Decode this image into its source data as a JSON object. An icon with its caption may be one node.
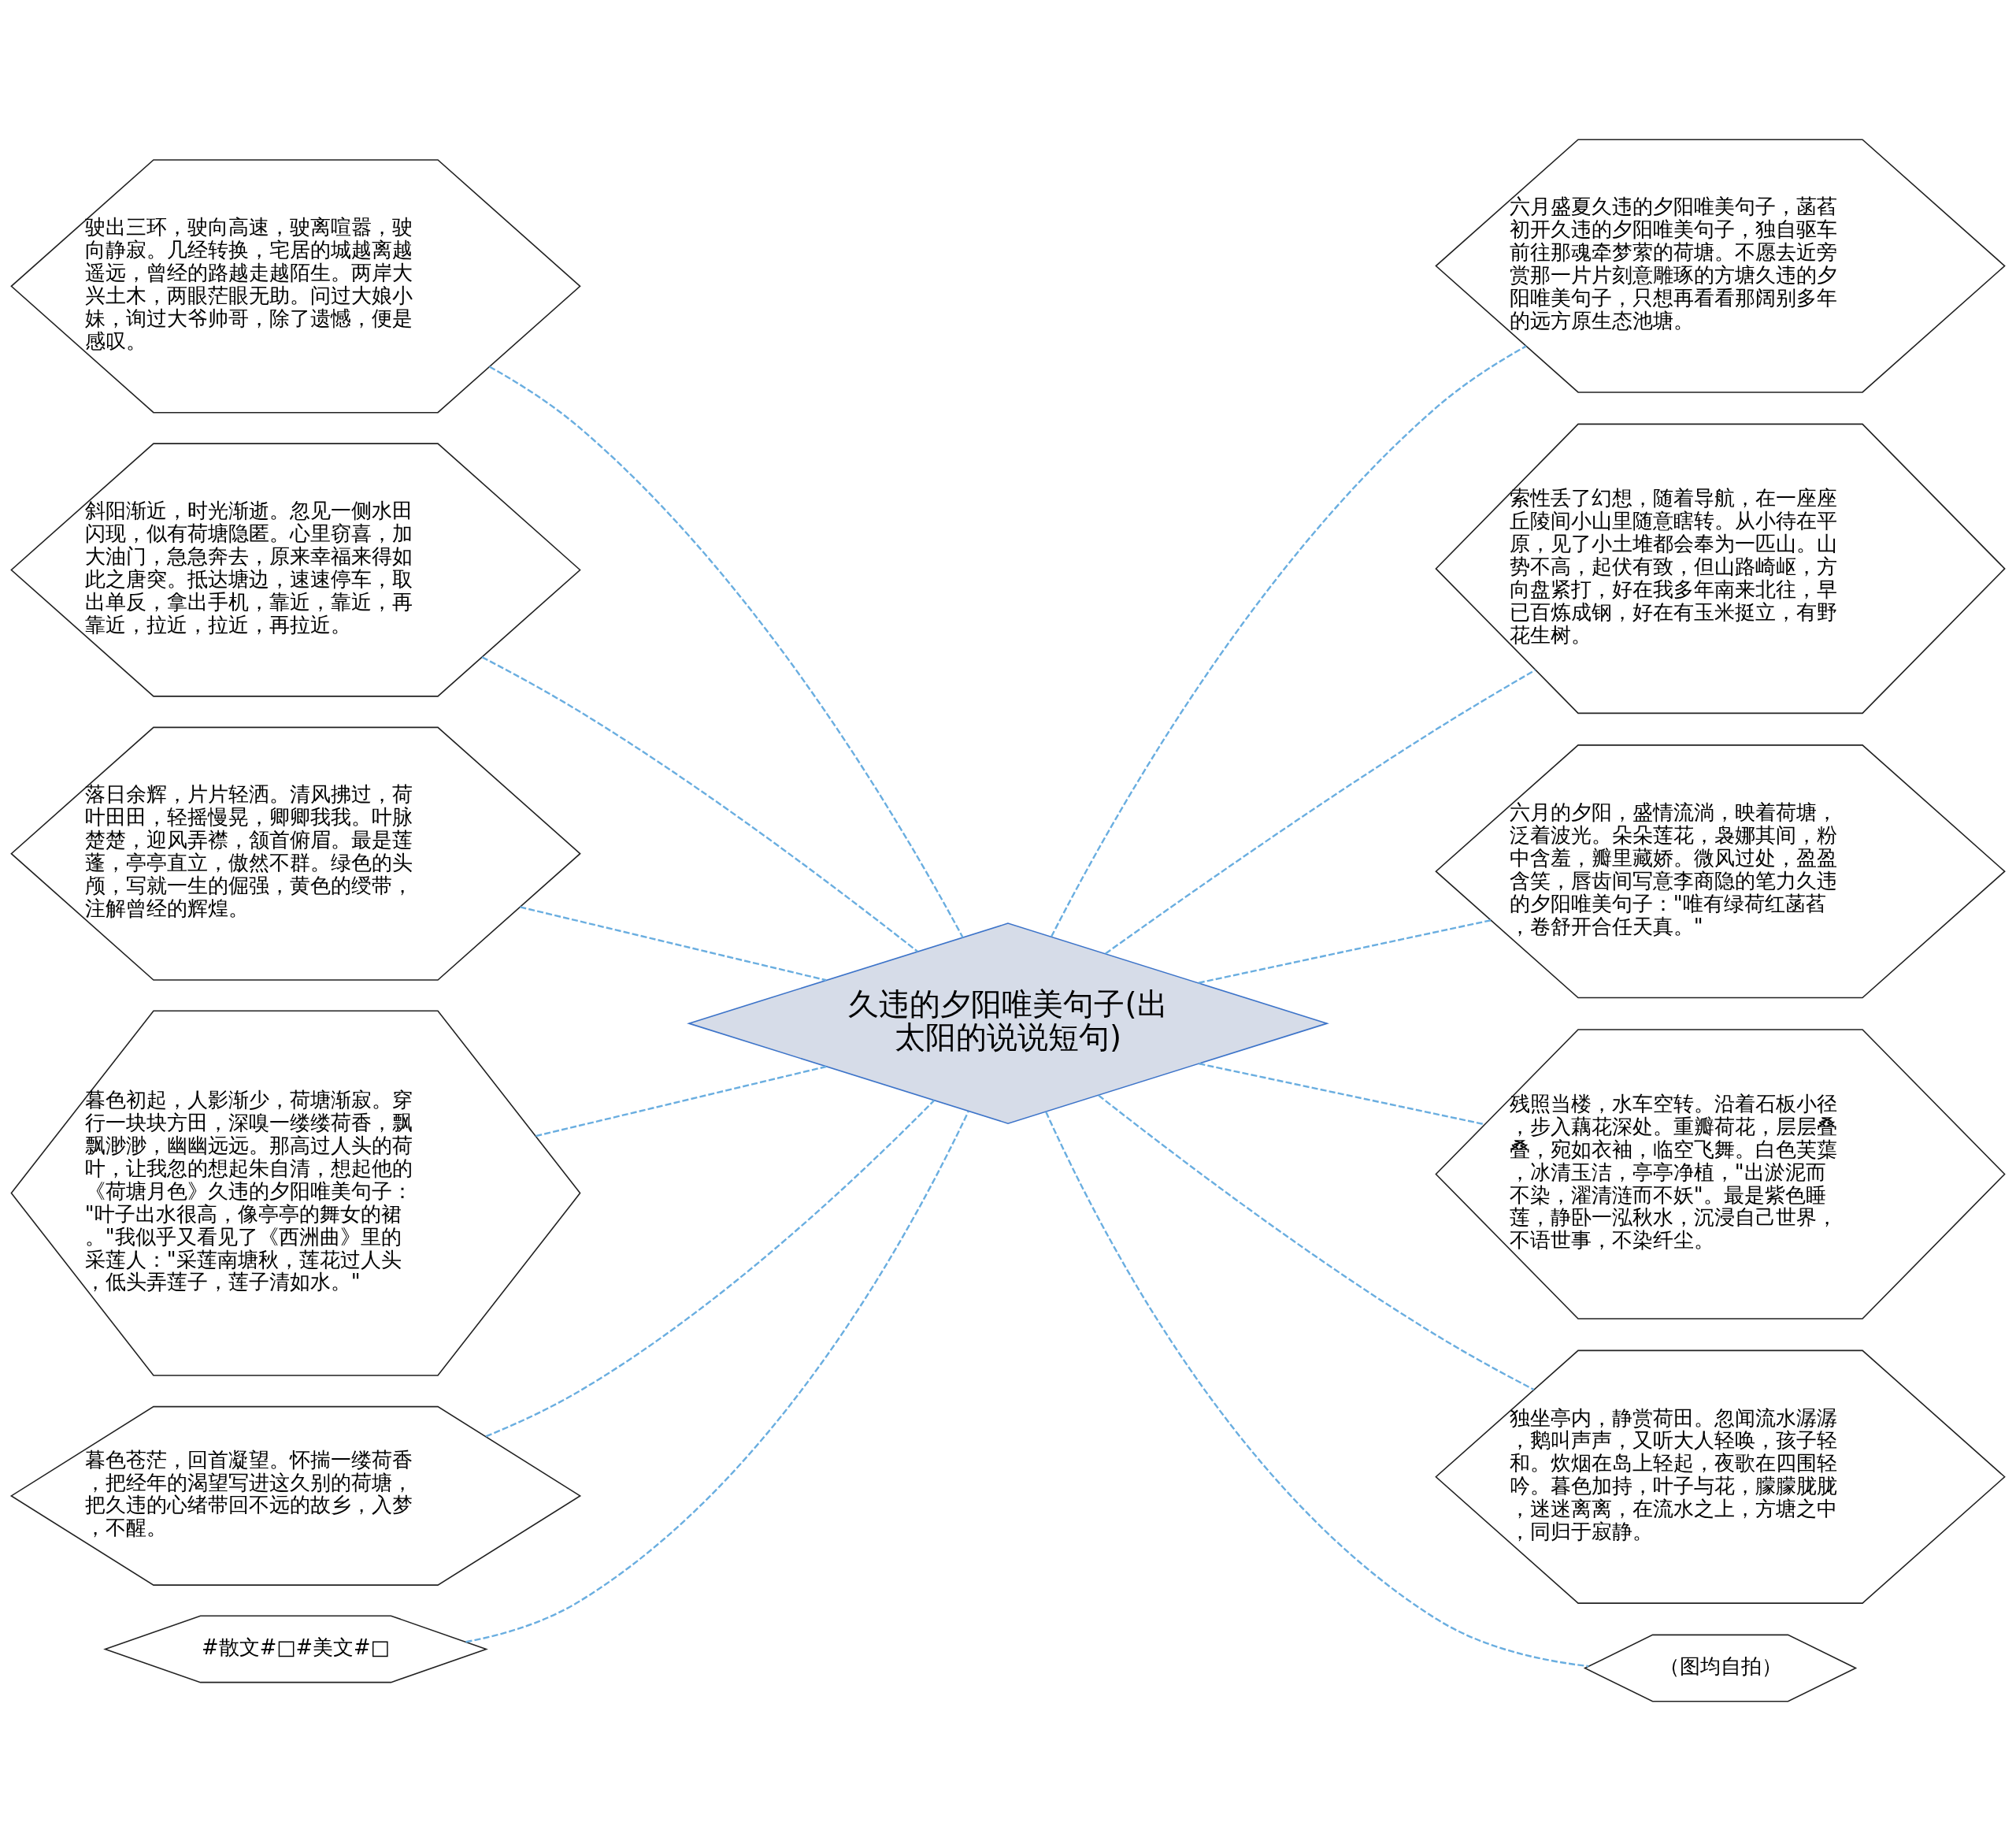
{
  "diagram": {
    "nodes": [
      {
        "text": [
          "久违的夕阳唯美句子(出太阳的说说短句)"
        ]
      },
      {
        "text": [
          "驶出三环，驶向高速，驶离喧嚣，驶向静寂。几经转换，宅居的城越离越遥远，曾经的路越走越陌生。两岸大兴土木，两眼茫眼无助。问过大娘小妹，询过大爷帅哥，除了遗憾，便是感叹。"
        ]
      },
      {
        "text": [
          "斜阳渐近，时光渐逝。忽见一侧水田闪现，似有荷塘隐匿。心里窃喜，加大油门，急急奔去，原来幸福来得如此之唐突。抵达塘边，速速停车，取出单反，拿出手机，靠近，靠近，再靠近，拉近，拉近，再拉近。"
        ]
      },
      {
        "text": [
          "落日余辉，片片轻洒。清风拂过，荷叶田田，轻摇慢晃，卿卿我我。叶脉楚楚，迎风弄襟，颔首俯眉。最是莲蓬，亭亭直立，傲然不群。绿色的头颅，写就一生的倔强，黄色的绶带，注解曾经的辉煌。"
        ]
      },
      {
        "text": [
          "暮色初起，人影渐少，荷塘渐寂。穿行一块块方田，深嗅一缕缕荷香，飘飘渺渺，幽幽远远。那高过人头的荷叶，让我忽的想起朱自清，想起他的《荷塘月色》久违的夕阳唯美句子：\"叶子出水很高，像亭亭的舞女的裙。\"我似乎又看见了《西洲曲》里的采莲人：\"采莲南塘秋，莲花过人头，低头弄莲子，莲子清如水。\""
        ]
      },
      {
        "text": [
          "暮色苍茫，回首凝望。怀揣一缕荷香，把经年的渴望写进这久别的荷塘，把久违的心绪带回不远的故乡，入梦，不醒。"
        ]
      },
      {
        "text": [
          "#散文#□#美文#□"
        ]
      },
      {
        "text": [
          "六月盛夏久违的夕阳唯美句子，菡萏初开久违的夕阳唯美句子，独自驱车前往那魂牵梦萦的荷塘。不愿去近旁赏那一片片刻意雕琢的方塘久违的夕阳唯美句子，只想再看看那阔别多年的远方原生态池塘。"
        ]
      },
      {
        "text": [
          "索性丢了幻想，随着导航，在一座座丘陵间小山里随意瞎转。从小待在平原，见了小土堆都会奉为一匹山。山势不高，起伏有致，但山路崎岖，方向盘紧打，好在我多年南来北往，早已百炼成钢，好在有玉米挺立，有野花生树。"
        ]
      },
      {
        "text": [
          "六月的夕阳，盛情流淌，映着荷塘，泛着波光。朵朵莲花，袅娜其间，粉中含羞，瓣里藏娇。微风过处，盈盈含笑，唇齿间写意李商隐的笔力久违的夕阳唯美句子：\"唯有绿荷红菡萏，卷舒开合任天真。\""
        ]
      },
      {
        "text": [
          "残照当楼，水车空转。沿着石板小径，步入藕花深处。重瓣荷花，层层叠叠，宛如衣袖，临空飞舞。白色芙蕖，冰清玉洁，亭亭净植，\"出淤泥而不染，濯清涟而不妖\"。最是紫色睡莲，静卧一泓秋水，沉浸自己世界，不语世事，不染纤尘。"
        ]
      },
      {
        "text": [
          "独坐亭内，静赏荷田。忽闻流水潺潺，鹅叫声声，又听大人轻唤，孩子轻和。炊烟在岛上轻起，夜歌在四围轻吟。暮色加持，叶子与花，朦朦胧胧，迷迷离离，在流水之上，方塘之中，同归于寂静。"
        ]
      },
      {
        "text": [
          "（图均自拍）"
        ]
      }
    ],
    "edges": [
      {
        "from": 0,
        "to": 1,
        "arrow": "none",
        "style": "dashed"
      },
      {
        "from": 0,
        "to": 2,
        "arrow": "none",
        "style": "dashed"
      },
      {
        "from": 0,
        "to": 3,
        "arrow": "none",
        "style": "dashed"
      },
      {
        "from": 0,
        "to": 4,
        "arrow": "none",
        "style": "dashed"
      },
      {
        "from": 0,
        "to": 5,
        "arrow": "none",
        "style": "dashed"
      },
      {
        "from": 0,
        "to": 6,
        "arrow": "none",
        "style": "dashed"
      },
      {
        "from": 0,
        "to": 7,
        "arrow": "none",
        "style": "dashed"
      },
      {
        "from": 0,
        "to": 8,
        "arrow": "none",
        "style": "dashed"
      },
      {
        "from": 0,
        "to": 9,
        "arrow": "none",
        "style": "dashed"
      },
      {
        "from": 0,
        "to": 10,
        "arrow": "none",
        "style": "dashed"
      },
      {
        "from": 0,
        "to": 11,
        "arrow": "none",
        "style": "dashed"
      },
      {
        "from": 0,
        "to": 12,
        "arrow": "none",
        "style": "dashed"
      }
    ]
  }
}
